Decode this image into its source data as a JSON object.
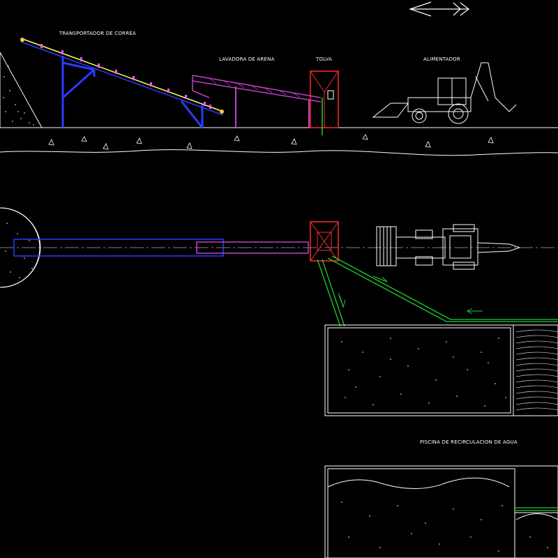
{
  "labels": {
    "belt_conveyor": "TRANSPORTADOR DE CORREA",
    "sand_washer": "LAVADORA DE ARENA",
    "hopper": "TOLVA",
    "feeder": "ALIMENTADOR",
    "recirculation_pool": "PISCINA DE RECIRCULACION DE AGUA"
  },
  "colors": {
    "background": "#000000",
    "conveyor": "#2a3cff",
    "washer": "#c23fc9",
    "hopper": "#ff2a2a",
    "water_flow": "#22cc33",
    "equipment": "#ffffff",
    "belt_rollers": "#ff55ff",
    "belt_line": "#ffff66"
  },
  "icons": {
    "direction_arrow": "left-arrow-icon",
    "flow_arrow": "flow-arrow-icon"
  }
}
